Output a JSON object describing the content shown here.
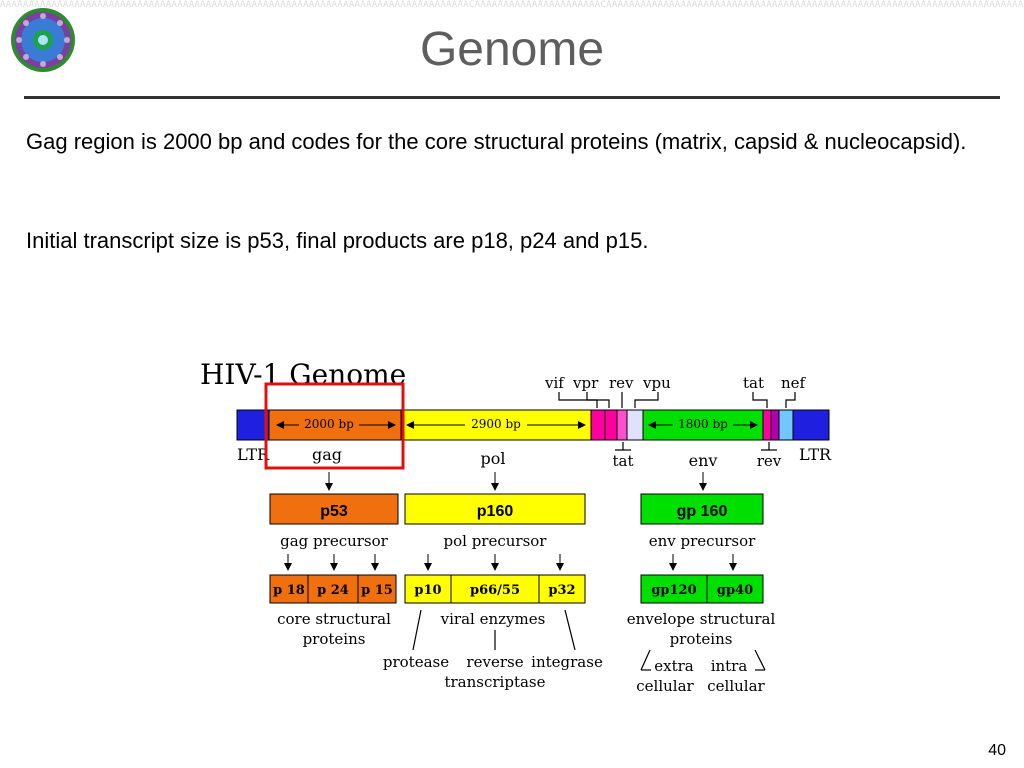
{
  "slide": {
    "title": "Genome",
    "paragraph_1": "Gag region is 2000 bp and codes for the core structural proteins (matrix, capsid & nucleocapsid).",
    "paragraph_2": "Initial transcript size is p53, final products are p18, p24 and p15.",
    "page_number": "40"
  },
  "figure": {
    "title": "HIV-1 Genome",
    "genome_labels": {
      "vif": "vif",
      "vpr": "vpr",
      "rev_top": "rev",
      "vpu": "vpu",
      "tat_top": "tat",
      "nef": "nef",
      "ltr_left": "LTR",
      "ltr_right": "LTR",
      "gag": "gag",
      "pol": "pol",
      "tat_bottom": "tat",
      "env": "env",
      "rev_bottom": "rev"
    },
    "spans": {
      "gag": "2000 bp",
      "pol": "2900 bp",
      "env": "1800 bp"
    },
    "precursors": {
      "gag_box": "p53",
      "pol_box": "p160",
      "env_box": "gp 160",
      "gag_caption": "gag precursor",
      "pol_caption": "pol precursor",
      "env_caption": "env precursor"
    },
    "products": {
      "gag": [
        "p 18",
        "p 24",
        "p 15"
      ],
      "pol": [
        "p10",
        "p66/55",
        "p32"
      ],
      "env": [
        "gp120",
        "gp40"
      ]
    },
    "product_captions": {
      "gag_1": "core structural",
      "gag_2": "proteins",
      "pol_1": "viral enzymes",
      "env_1": "envelope structural",
      "env_2": "proteins"
    },
    "enzymes": {
      "protease": "protease",
      "reverse_1": "reverse",
      "reverse_2": "transcriptase",
      "integrase": "integrase"
    },
    "env_sub": {
      "extra_1": "extra",
      "extra_2": "cellular",
      "intra_1": "intra",
      "intra_2": "cellular"
    }
  },
  "colors": {
    "ltr": "#1f1fe0",
    "gag": "#f07010",
    "pol": "#ffff00",
    "accessory": "#ff00a0",
    "env": "#00e000",
    "nef": "#6f2cff",
    "highlight": "#e01010"
  }
}
